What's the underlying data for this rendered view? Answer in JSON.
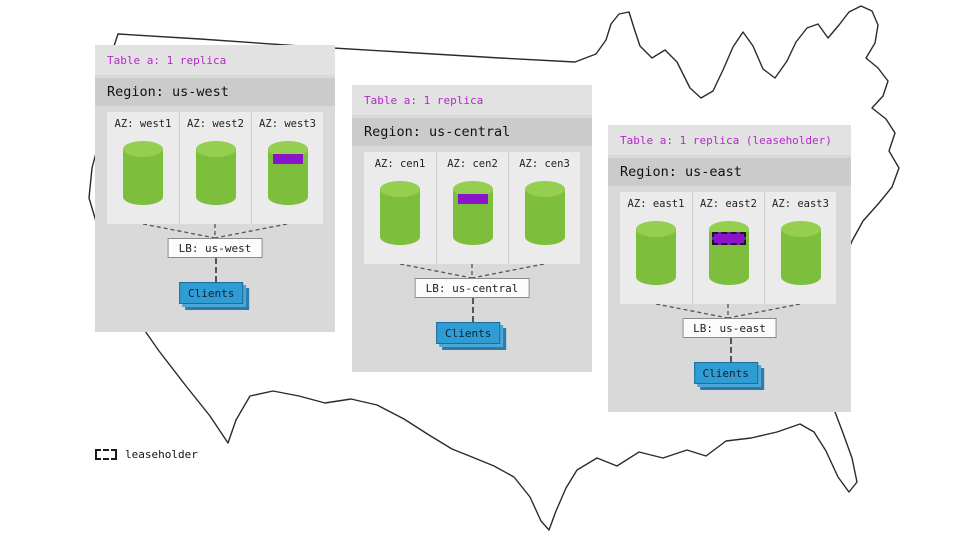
{
  "colors": {
    "accent": "#b429c9",
    "marker": "#8a14c9",
    "cylinder": "#7dbf3c",
    "cylinder_top": "#95cf50",
    "blue": "#2f9cd4",
    "panel": "#d9d9d9",
    "az_box": "#ebebeb"
  },
  "legend": {
    "label": "leaseholder"
  },
  "regions": [
    {
      "table_label": "Table a: 1 replica",
      "region_label": "Region: us-west",
      "lb_label": "LB: us-west",
      "clients_label": "Clients",
      "azs": [
        {
          "label": "AZ: west1",
          "replica": false,
          "leaseholder": false
        },
        {
          "label": "AZ: west2",
          "replica": false,
          "leaseholder": false
        },
        {
          "label": "AZ: west3",
          "replica": true,
          "leaseholder": false
        }
      ]
    },
    {
      "table_label": "Table a: 1 replica",
      "region_label": "Region: us-central",
      "lb_label": "LB: us-central",
      "clients_label": "Clients",
      "azs": [
        {
          "label": "AZ: cen1",
          "replica": false,
          "leaseholder": false
        },
        {
          "label": "AZ: cen2",
          "replica": true,
          "leaseholder": false
        },
        {
          "label": "AZ: cen3",
          "replica": false,
          "leaseholder": false
        }
      ]
    },
    {
      "table_label": "Table a: 1 replica (leaseholder)",
      "region_label": "Region: us-east",
      "lb_label": "LB: us-east",
      "clients_label": "Clients",
      "azs": [
        {
          "label": "AZ: east1",
          "replica": false,
          "leaseholder": false
        },
        {
          "label": "AZ: east2",
          "replica": true,
          "leaseholder": true
        },
        {
          "label": "AZ: east3",
          "replica": false,
          "leaseholder": false
        }
      ]
    }
  ]
}
